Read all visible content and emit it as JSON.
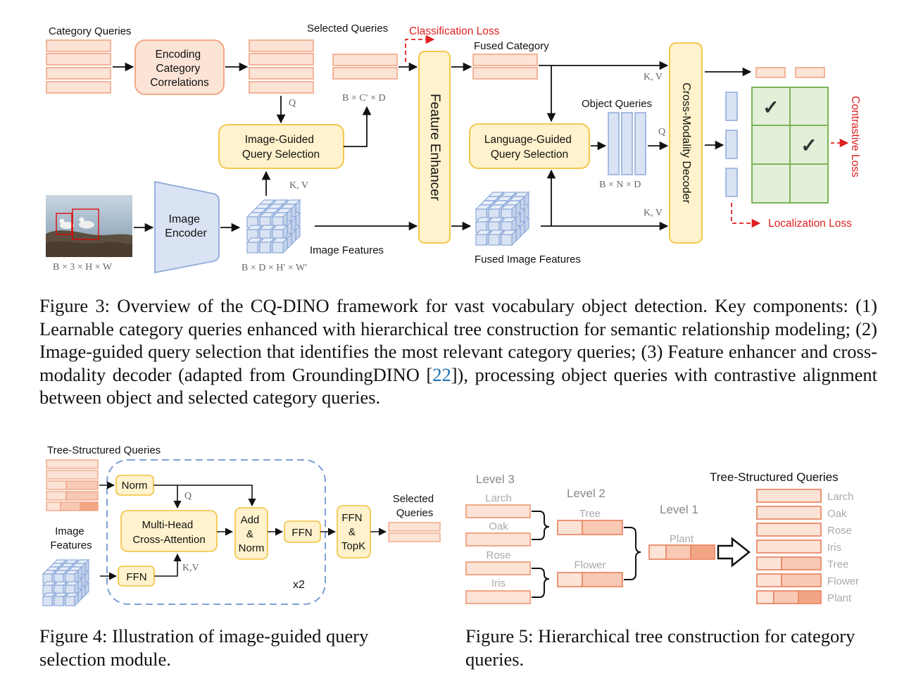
{
  "figure3": {
    "labels": {
      "category_queries": "Category Queries",
      "encoding_line1": "Encoding",
      "encoding_line2": "Category",
      "encoding_line3": "Correlations",
      "selected_queries": "Selected Queries",
      "classification_loss": "Classification Loss",
      "fused_category": "Fused Category",
      "q_label": "Q",
      "bcd_label": "B × C′ × D",
      "feature_enhancer": "Feature Enhancer",
      "image_guided_line1": "Image-Guided",
      "image_guided_line2": "Query Selection",
      "kv_label": "K, V",
      "language_guided_line1": "Language-Guided",
      "language_guided_line2": "Query Selection",
      "object_queries": "Object Queries",
      "bnd_label": "B × N × D",
      "cross_modality_decoder": "Cross-Modality Decoder",
      "contrastive_loss": "Contrastive Loss",
      "localization_loss": "Localization Loss",
      "image_encoder_line1": "Image",
      "image_encoder_line2": "Encoder",
      "image_features": "Image Features",
      "fused_image_features": "Fused Image Features",
      "input_dims": "B × 3 × H × W",
      "feature_dims": "B × D × H′ × W′",
      "check_mark": "✓"
    },
    "caption_label": "Figure 3:",
    "caption_text": " Overview of the CQ-DINO framework for vast vocabulary object detection. Key components: (1) Learnable category queries enhanced with hierarchical tree construction for semantic relationship modeling; (2) Image-guided query selection that identifies the most relevant category queries; (3) Feature enhancer and cross-modality decoder (adapted from GroundingDINO [",
    "caption_ref": "22",
    "caption_tail": "]), processing object queries with contrastive alignment between object and selected category queries."
  },
  "figure4": {
    "labels": {
      "tree_structured_queries": "Tree-Structured Queries",
      "norm": "Norm",
      "q_label": "Q",
      "mhca_line1": "Multi-Head",
      "mhca_line2": "Cross-Attention",
      "add_line1": "Add",
      "add_line2": "&",
      "add_line3": "Norm",
      "ffn": "FFN",
      "ffn_topk_line1": "FFN",
      "ffn_topk_line2": "&",
      "ffn_topk_line3": "TopK",
      "selected_line1": "Selected",
      "selected_line2": "Queries",
      "image_line1": "Image",
      "image_line2": "Features",
      "ffn_bottom": "FFN",
      "kv_label": "K,V",
      "repeat": "x2"
    },
    "caption_label": "Figure 4:",
    "caption_text": " Illustration of image-guided query selection module."
  },
  "figure5": {
    "labels": {
      "level3": "Level 3",
      "level2": "Level 2",
      "level1": "Level 1",
      "larch": "Larch",
      "oak": "Oak",
      "rose": "Rose",
      "iris": "Iris",
      "tree": "Tree",
      "flower": "Flower",
      "plant": "Plant",
      "tree_structured_queries": "Tree-Structured Queries"
    },
    "list": [
      "Larch",
      "Oak",
      "Rose",
      "Iris",
      "Tree",
      "Flower",
      "Plant"
    ],
    "caption_label": "Figure 5:",
    "caption_text": " Hierarchical tree construction for category queries."
  },
  "colors": {
    "query_fill": "#fbe3d6",
    "query_stroke": "#f0a07e",
    "yellow_fill": "#fff2cc",
    "yellow_stroke": "#f2c23e",
    "blue_fill": "#dae3f3",
    "blue_stroke": "#8eaadb",
    "green_fill": "#e2f0d9",
    "green_stroke": "#70ad47",
    "loss_red": "#e02020",
    "link_blue": "#1a6fb0"
  }
}
